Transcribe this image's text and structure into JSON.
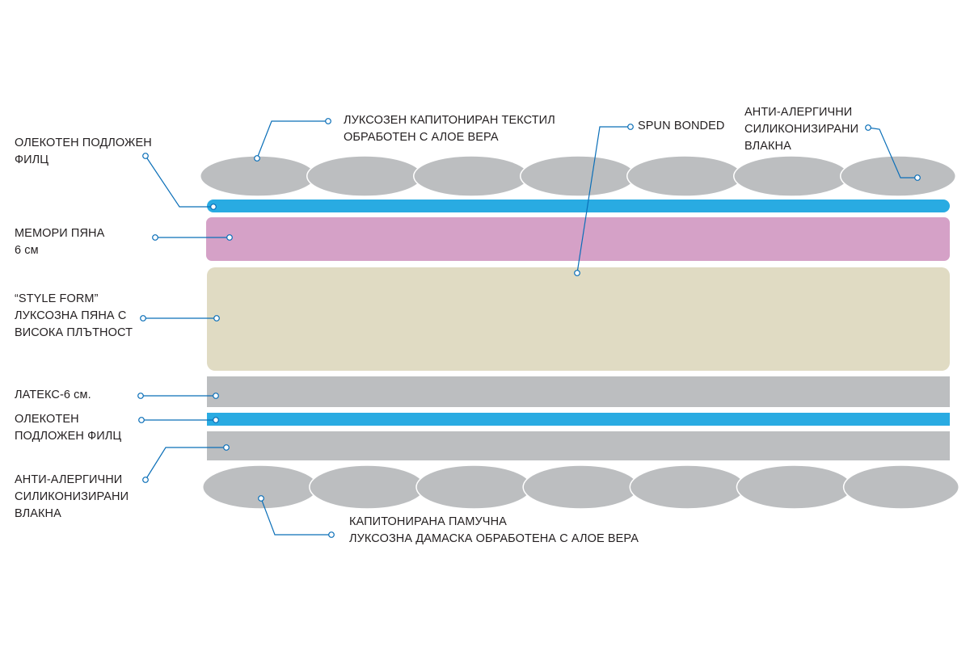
{
  "colors": {
    "felt": "#29abe2",
    "memory_foam": "#d5a1c7",
    "style_form_foam": "#e0dbc3",
    "latex": "#bcbec0",
    "fiber": "#bcbec0",
    "quilt": "#bcbec0",
    "outline": "#ffffff",
    "leader": "#0b6fb8",
    "text": "#231f20"
  },
  "labels": {
    "felt_top": [
      "ОЛЕКОТЕН ПОДЛОЖЕН",
      "ФИЛЦ"
    ],
    "textile_top": [
      "ЛУКСОЗЕН КАПИТОНИРАН ТЕКСТИЛ",
      "ОБРАБОТЕН С АЛОЕ ВЕРА"
    ],
    "spun_bonded": [
      "SPUN BONDED"
    ],
    "fibers_top": [
      "АНТИ-АЛЕРГИЧНИ",
      "СИЛИКОНИЗИРАНИ",
      "ВЛАКНА"
    ],
    "memory_foam": [
      "МЕМОРИ ПЯНА",
      "6 см"
    ],
    "style_form": [
      "“STYLE FORM”",
      "ЛУКСОЗНА ПЯНА С",
      "ВИСОКА ПЛЪТНОСТ"
    ],
    "latex": [
      "ЛАТЕКС-6 см."
    ],
    "felt_bottom": [
      "ОЛЕКОТЕН",
      "ПОДЛОЖЕН ФИЛЦ"
    ],
    "fibers_bottom": [
      "АНТИ-АЛЕРГИЧНИ",
      "СИЛИКОНИЗИРАНИ",
      "ВЛАКНА"
    ],
    "damask_bottom": [
      "КАПИТОНИРАНА ПАМУЧНА",
      "ЛУКСОЗНА ДАМАСКА ОБРАБОТЕНА С АЛОЕ ВЕРА"
    ]
  }
}
